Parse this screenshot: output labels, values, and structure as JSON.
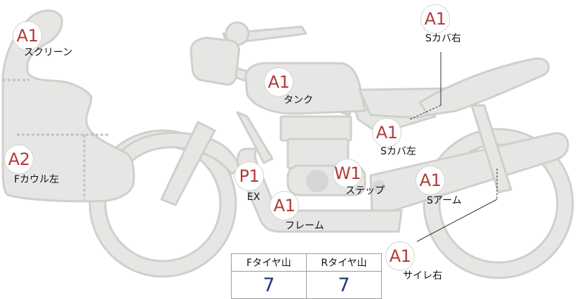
{
  "parts": [
    {
      "id": "screen",
      "code": "A1",
      "label": "スクリーン"
    },
    {
      "id": "fcowl-left",
      "code": "A2",
      "label": "Fカウル左"
    },
    {
      "id": "tank",
      "code": "A1",
      "label": "タンク"
    },
    {
      "id": "scover-right",
      "code": "A1",
      "label": "Sカバ右"
    },
    {
      "id": "scover-left",
      "code": "A1",
      "label": "Sカバ左"
    },
    {
      "id": "exhaust",
      "code": "P1",
      "label": "EX"
    },
    {
      "id": "frame",
      "code": "A1",
      "label": "フレーム"
    },
    {
      "id": "step",
      "code": "W1",
      "label": "ステップ"
    },
    {
      "id": "swingarm",
      "code": "A1",
      "label": "Sアーム"
    },
    {
      "id": "muffler-right",
      "code": "A1",
      "label": "サイレ右"
    }
  ],
  "tread": {
    "front_label": "Fタイヤ山",
    "rear_label": "Rタイヤ山",
    "front_value": "7",
    "rear_value": "7"
  },
  "colors": {
    "badge_code": "#b23a3a",
    "tread_value": "#1e3d7a",
    "bike_fill": "#e6e6e4",
    "bike_stroke": "#cfcfcc"
  }
}
